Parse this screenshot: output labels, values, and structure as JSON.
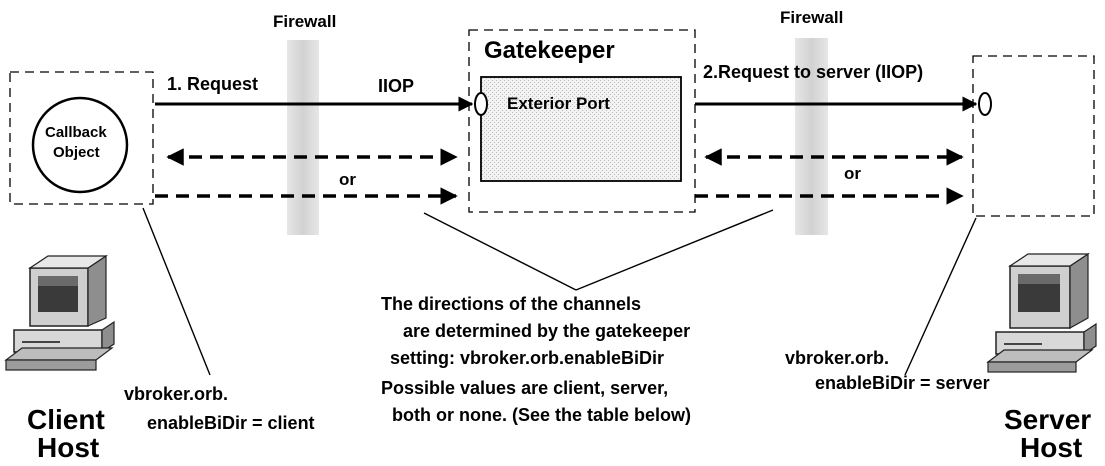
{
  "firewalls": {
    "left_label": "Firewall",
    "right_label": "Firewall"
  },
  "client": {
    "object_label_line1": "Callback",
    "object_label_line2": "Object",
    "host_line1": "Client",
    "host_line2": "Host",
    "setting_line1": "vbroker.orb.",
    "setting_line2": "enableBiDir = client"
  },
  "gatekeeper": {
    "title": "Gatekeeper",
    "port_label": "Exterior Port"
  },
  "server": {
    "host_line1": "Server",
    "host_line2": "Host",
    "setting_line1": "vbroker.orb.",
    "setting_line2": "enableBiDir = server"
  },
  "arrows": {
    "request_label": "1. Request",
    "iiop_label": "IIOP",
    "request_server_label": "2.Request to server (IIOP)",
    "or_left": "or",
    "or_right": "or"
  },
  "notes": {
    "line1": "The directions of the channels",
    "line2": "are determined by the gatekeeper",
    "line3": "setting:    vbroker.orb.enableBiDir",
    "line4": "Possible values are client, server,",
    "line5": "both or none. (See the table below)"
  }
}
